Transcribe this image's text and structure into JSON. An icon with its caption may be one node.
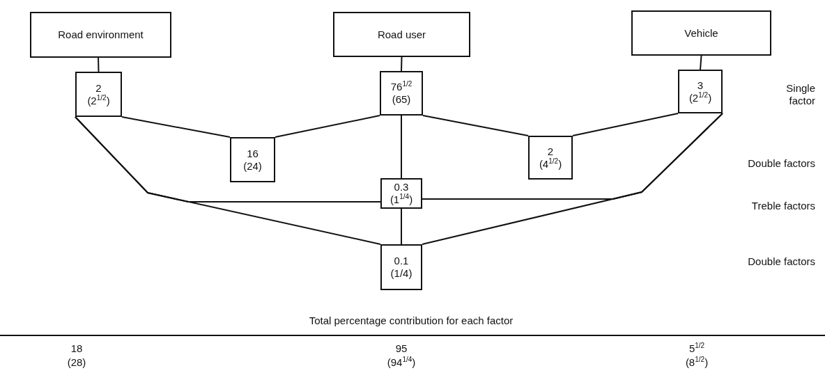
{
  "diagram": {
    "nodes": [
      {
        "text": [
          "Road environment"
        ]
      },
      {
        "text": [
          "Road user"
        ]
      },
      {
        "text": [
          "Vehicle"
        ]
      },
      {
        "text": [
          "2",
          "(2$^{1/2}$)"
        ]
      },
      {
        "text": [
          "76$^{1/2}$",
          "(65)"
        ]
      },
      {
        "text": [
          "3",
          "(2$^{1/2}$)"
        ]
      },
      {
        "text": [
          "16",
          "(24)"
        ]
      },
      {
        "text": [
          "2",
          "(4$^{1/2}$)"
        ]
      },
      {
        "text": [
          "0.3",
          "(1$^{1/4}$)"
        ]
      },
      {
        "text": [
          "0.1",
          "(1/4)"
        ]
      }
    ],
    "edges": [
      {
        "from": 0,
        "to": 3,
        "arrow": "none"
      },
      {
        "from": 1,
        "to": 4,
        "arrow": "none"
      },
      {
        "from": 2,
        "to": 5,
        "arrow": "none"
      },
      {
        "from": 3,
        "to": 6,
        "arrow": "none"
      },
      {
        "from": 4,
        "to": 6,
        "arrow": "none"
      },
      {
        "from": 4,
        "to": 7,
        "arrow": "none"
      },
      {
        "from": 5,
        "to": 7,
        "arrow": "none"
      },
      {
        "from": 4,
        "to": 8,
        "arrow": "none"
      },
      {
        "from": 3,
        "to": 8,
        "arrow": "none"
      },
      {
        "from": 5,
        "to": 8,
        "arrow": "none"
      },
      {
        "from": 3,
        "to": 9,
        "arrow": "none"
      },
      {
        "from": 5,
        "to": 9,
        "arrow": "none"
      },
      {
        "from": 8,
        "to": 9,
        "arrow": "none"
      }
    ],
    "labels": [
      "Single factor",
      "Double factors",
      "Treble factors",
      "Double factors",
      "Total percentage contribution for each factor",
      "18",
      "(28)",
      "95",
      "(94$^{1/4}$)",
      "5$^{1/2}$",
      "(8$^{1/2}$)"
    ]
  }
}
